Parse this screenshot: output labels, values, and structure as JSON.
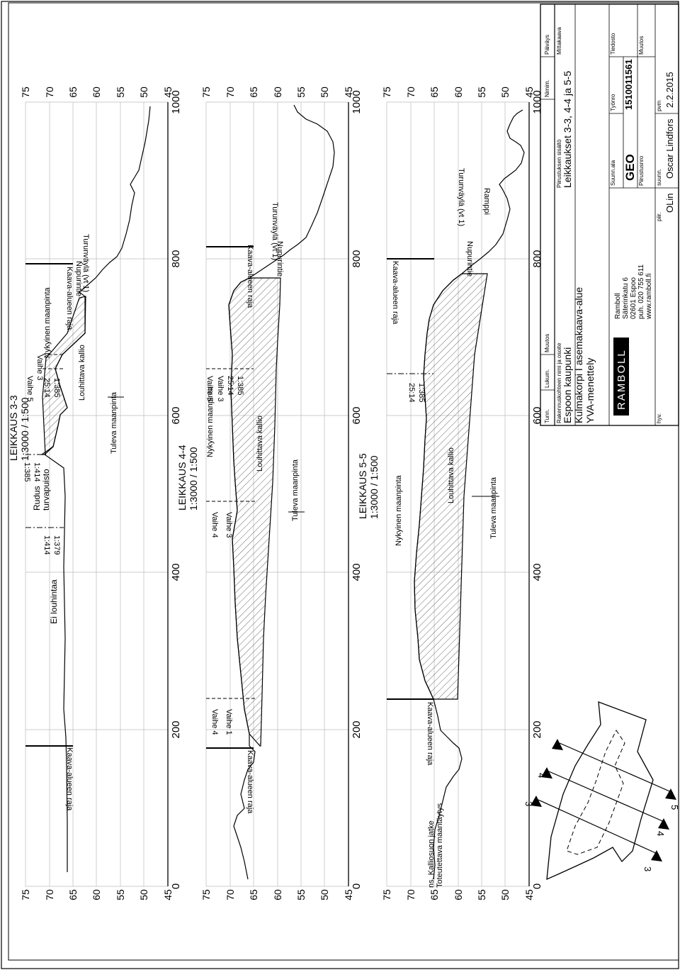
{
  "sections": [
    {
      "id": "3-3",
      "title": "LEIKKAUS 3-3",
      "scale": "1:3000 / 1:500",
      "axis_x_ticks": [
        "0",
        "200",
        "400",
        "600",
        "800",
        "1000"
      ],
      "axis_y_ticks": [
        "75",
        "70",
        "65",
        "60",
        "55",
        "50",
        "45"
      ],
      "labels": {
        "kaava_left": "Kaava-alueen raja",
        "kaava_right": "Kaava-alueen raja",
        "ei_louhintaa": "Ei louhintaa",
        "rudus": "Rudus",
        "turvapuisto": "turvapuisto",
        "ratio_a": "1:379",
        "ratio_b": "1:414",
        "ratio_c": "1:414",
        "ratio_d": "1:385",
        "ratio_e": "1:385",
        "ratio_f": "25:14",
        "vaihe_3": "Vaihe 3",
        "vaihe_5": "Vaihe 5",
        "nykyinen": "Nykyinen maanpinta",
        "louhittava": "Louhittava kallio",
        "tuleva": "Tuleva maanpinta",
        "nupurintie": "Nupurintie",
        "turunvayla": "Turunväylä (vt 1)"
      }
    },
    {
      "id": "4-4",
      "title": "LEIKKAUS 4-4",
      "scale": "1:3000 / 1:500",
      "axis_x_ticks": [
        "0",
        "200",
        "400",
        "600",
        "800",
        "1000"
      ],
      "axis_y_ticks": [
        "75",
        "70",
        "65",
        "60",
        "55",
        "50",
        "45"
      ],
      "labels": {
        "kaava_left": "Kaava-alueen raja",
        "kaava_right": "Kaava-alueen raja",
        "vaihe_1": "Vaihe 1",
        "vaihe_4a": "Vaihe 4",
        "vaihe_4b": "Vaihe 4",
        "vaihe_3a": "Vaihe 3",
        "vaihe_3b": "Vaihe 3",
        "vaihe_5": "Vaihe 5",
        "ratio_a": "1:385",
        "ratio_b": "25:14",
        "nykyinen": "Nykyinen maanpinta",
        "louhittava": "Louhittava kallio",
        "tuleva": "Tuleva maanpinta",
        "nupurintie": "Nupurintie",
        "turunvayla": "Turunväylä (vt 1)"
      }
    },
    {
      "id": "5-5",
      "title": "LEIKKAUS 5-5",
      "scale": "1:3000 / 1:500",
      "axis_x_ticks": [
        "0",
        "200",
        "400",
        "600",
        "800",
        "1000"
      ],
      "axis_y_ticks": [
        "75",
        "70",
        "65",
        "60",
        "55",
        "50",
        "45"
      ],
      "labels": {
        "kaava_left": "Kaava-alueen raja",
        "kaava_right": "Kaava-alueen raja",
        "ns_line1": "ns. Kalliosuon jatke",
        "ns_line2": "Toteutettava maantäytys",
        "ratio_a": "1:385",
        "ratio_b": "25:14",
        "nykyinen": "Nykyinen maanpinta",
        "louhittava": "Louhittava kallio",
        "tuleva": "Tuleva maanpinta",
        "nupurintie": "Nupurintie",
        "ramppi": "Ramppi",
        "turunvayla": "Turunväylä (vt 1)"
      }
    }
  ],
  "key_map": {
    "markers": [
      "3",
      "3",
      "4",
      "4",
      "5",
      "5"
    ]
  },
  "title_block": {
    "rev_headers": [
      "Tunn.",
      "Lukum.",
      "Muutos",
      "Nimim.",
      "Päiväys"
    ],
    "project_label": "Rakennuskohteen nimi ja osoite",
    "project_line1": "Espoon kaupunki",
    "project_line2": "Kulmakorpi I asemakaava-alue",
    "project_line3": "YVA-menettely",
    "content_label": "Piirustuksen sisältö",
    "content": "Leikkaukset 3-3, 4-4 ja 5-5",
    "scale_label": "Mittakaava",
    "company_logo": "RAMBOLL",
    "company_name": "Ramboll",
    "address1": "Säterinkatu 6",
    "address2": "02601 Espoo",
    "phone": "puh. 020 755 611",
    "web": "www.ramboll.fi",
    "discipline_label": "Suunn.ala",
    "discipline": "GEO",
    "job_label": "Työnro",
    "job_no": "1510011561",
    "file_label": "Tiedosto",
    "drawing_no_label": "Piirustusnro",
    "revision_label": "Muutos",
    "approved_label": "hyv.",
    "drawn_label": "piir.",
    "drawn_by": "OLin",
    "designed_label": "suunn.",
    "designed_by": "Oscar Lindfors",
    "date_label": "pvm",
    "date": "2.2.2015"
  }
}
